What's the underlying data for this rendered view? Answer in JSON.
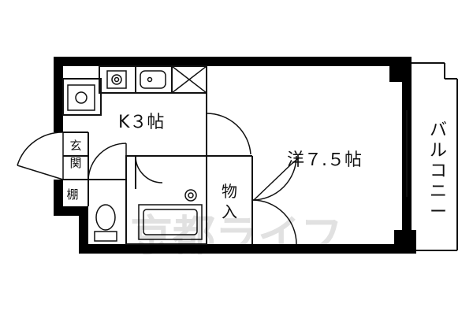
{
  "colors": {
    "wall": "#000000",
    "line": "#111111",
    "watermark": "#d9d9d9",
    "background": "#ffffff"
  },
  "labels": {
    "kitchen": "K３帖",
    "western_room": "洋７.５帖",
    "genkan_1": "玄",
    "genkan_2": "関",
    "shelf": "棚",
    "storage_1": "物",
    "storage_2": "入",
    "balcony": [
      "バ",
      "ル",
      "コ",
      "ニ",
      "ー"
    ]
  },
  "watermark": "京都ライフ",
  "icons": [
    "stove-icon",
    "sink-icon",
    "fridge-space-icon",
    "washer-pan-icon",
    "toilet-icon",
    "bathtub-icon",
    "drain-icon"
  ]
}
